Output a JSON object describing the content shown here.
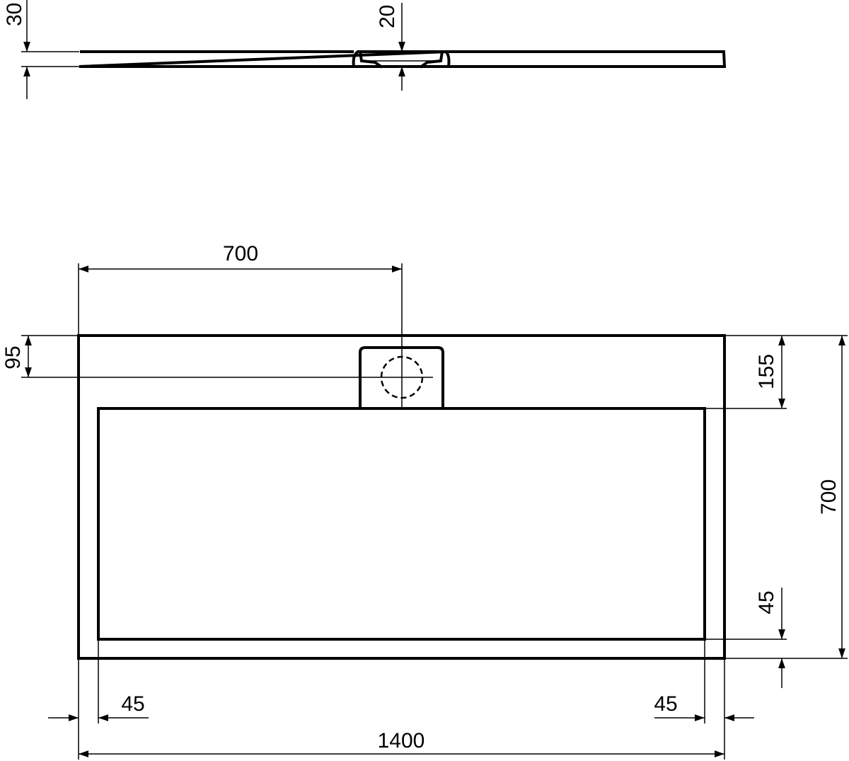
{
  "side_view": {
    "dimensions": {
      "tray_height": "30",
      "drain_depth": "20"
    }
  },
  "plan_view": {
    "dimensions": {
      "drain_offset_x": "700",
      "drain_offset_y": "95",
      "top_rim": "155",
      "total_width": "1400",
      "total_depth": "700",
      "bottom_rim": "45",
      "left_rim": "45",
      "right_rim": "45"
    }
  },
  "colors": {
    "line": "#000000",
    "background": "#ffffff"
  }
}
